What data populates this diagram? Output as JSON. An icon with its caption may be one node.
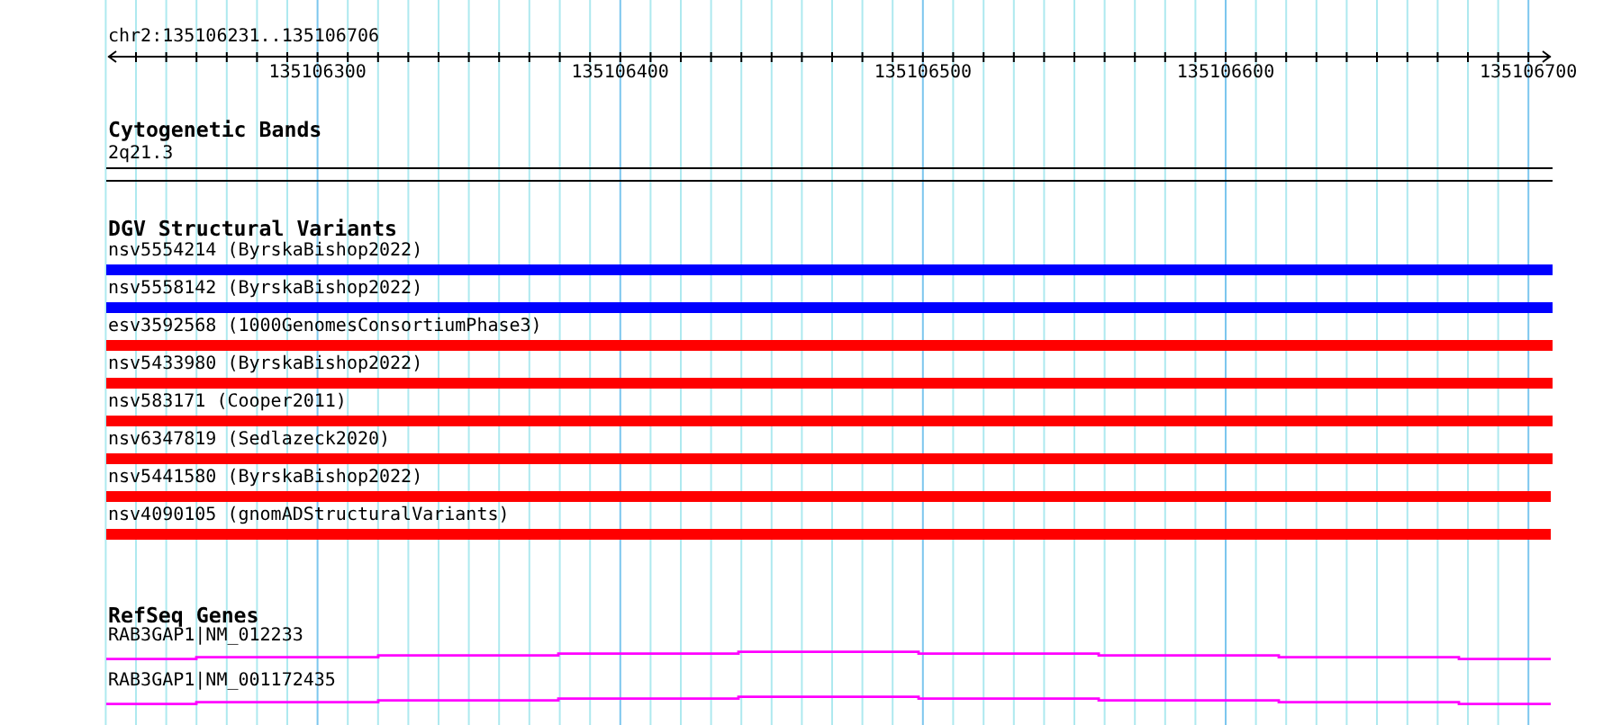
{
  "diagram": {
    "nodes": [
      {
        "text": [
          "2q21.3"
        ]
      },
      {
        "text": [
          "nsv5554214 (ByrskaBishop2022)"
        ]
      },
      {
        "text": [
          "nsv5558142 (ByrskaBishop2022)"
        ]
      },
      {
        "text": [
          "esv3592568 (1000GenomesConsortiumPhase3)"
        ]
      },
      {
        "text": [
          "nsv5433980 (ByrskaBishop2022)"
        ]
      },
      {
        "text": [
          "nsv583171 (Cooper2011)"
        ]
      },
      {
        "text": [
          "nsv6347819 (Sedlazeck2020)"
        ]
      },
      {
        "text": [
          "nsv5441580 (ByrskaBishop2022)"
        ]
      },
      {
        "text": [
          "nsv4090105 (gnomADStructuralVariants)"
        ]
      },
      {
        "text": [
          "RAB3GAP1|NM_012233"
        ]
      },
      {
        "text": [
          "RAB3GAP1|NM_001172435"
        ]
      }
    ],
    "labels": [
      "chr2:135106231..135106706",
      "135106300",
      "135106400",
      "135106500",
      "135106600",
      "135106700",
      "Cytogenetic Bands",
      "DGV Structural Variants",
      "RefSeq Genes"
    ]
  }
}
